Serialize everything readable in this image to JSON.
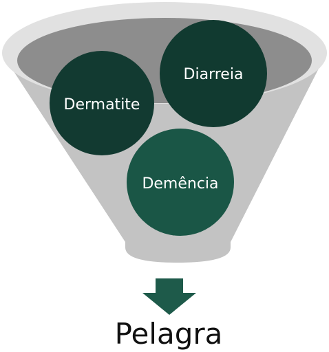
{
  "symptoms": {
    "dermatitis": "Dermatite",
    "diarrhea": "Diarreia",
    "dementia": "Demência"
  },
  "result": "Pelagra",
  "colors": {
    "funnel_body": "#c2c2c2",
    "funnel_rim": "#e2e2e2",
    "funnel_opening": "#8e8e8e",
    "circle_dark": "#123a31",
    "circle_medium": "#1a5646",
    "arrow": "#1e5a4a"
  }
}
